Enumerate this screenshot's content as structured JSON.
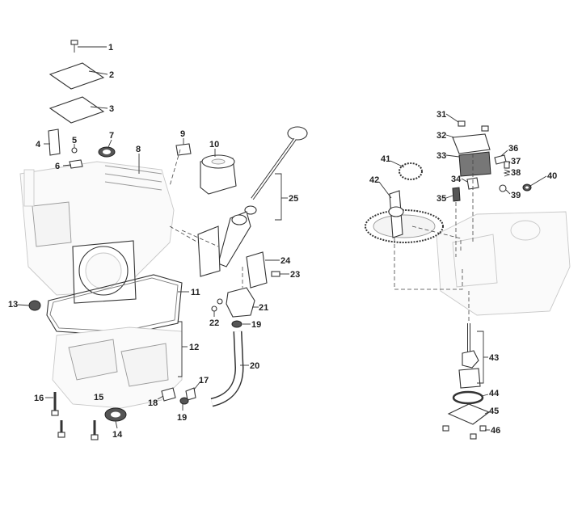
{
  "diagram": {
    "title": "Engine crankcase exploded parts diagram",
    "callouts_left": [
      "1",
      "2",
      "3",
      "4",
      "5",
      "6",
      "7",
      "8",
      "9",
      "10",
      "11",
      "12",
      "13",
      "14",
      "15",
      "16",
      "17",
      "18",
      "19",
      "19",
      "20",
      "21",
      "22",
      "23",
      "24",
      "25"
    ],
    "callouts_right": [
      "31",
      "32",
      "33",
      "34",
      "35",
      "36",
      "37",
      "38",
      "39",
      "40",
      "41",
      "42",
      "43",
      "44",
      "45",
      "46"
    ]
  }
}
